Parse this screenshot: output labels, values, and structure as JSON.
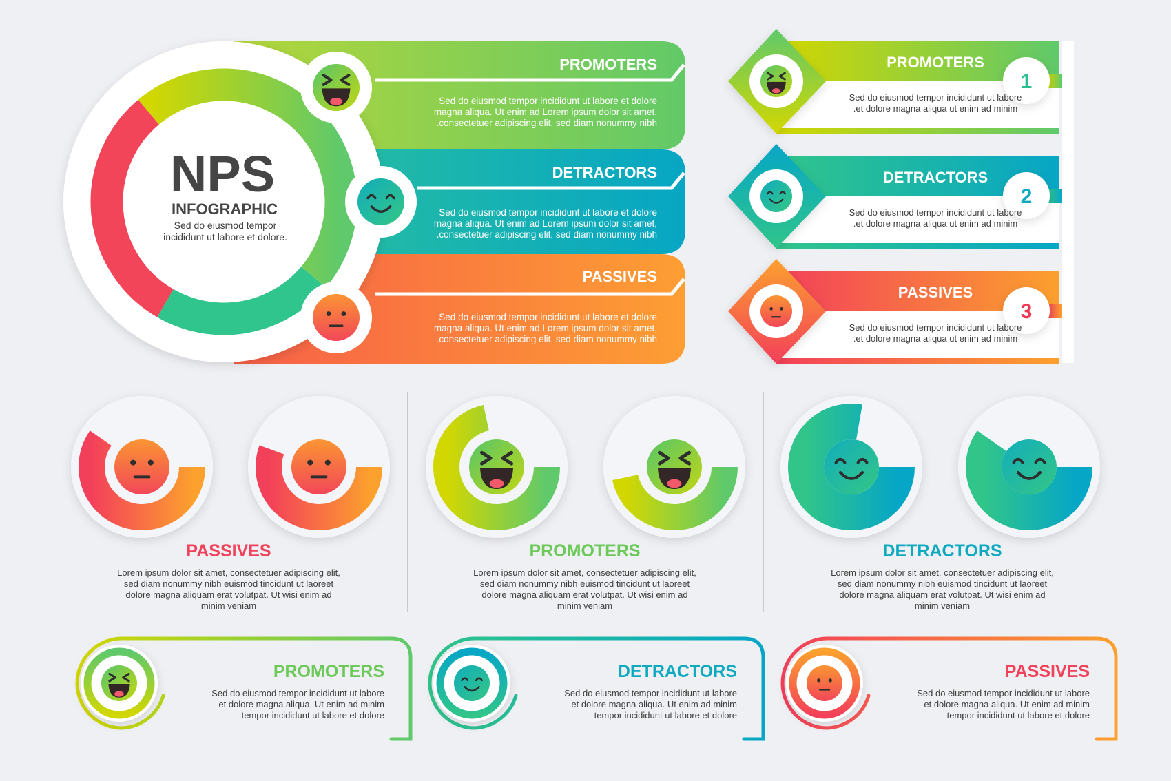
{
  "hero": {
    "title": "NPS",
    "subtitle": "INFOGRAPHIC",
    "description": [
      "Sed do eiusmod tempor",
      "incididunt ut labore et dolore."
    ]
  },
  "banners": [
    {
      "label": "PROMOTERS",
      "lines": [
        "Sed do eiusmod tempor incididunt ut labore et dolore",
        "magna aliqua. Ut enim ad Lorem ipsum dolor sit amet,",
        ".consectetuer adipiscing elit, sed diam nonummy nibh"
      ]
    },
    {
      "label": "DETRACTORS",
      "lines": [
        "Sed do eiusmod tempor incididunt ut labore et dolore",
        "magna aliqua. Ut enim ad Lorem ipsum dolor sit amet,",
        ".consectetuer adipiscing elit, sed diam nonummy nibh"
      ]
    },
    {
      "label": "PASSIVES",
      "lines": [
        "Sed do eiusmod tempor incididunt ut labore et dolore",
        "magna aliqua. Ut enim ad Lorem ipsum dolor sit amet,",
        ".consectetuer adipiscing elit, sed diam nonummy nibh"
      ]
    }
  ],
  "numbered": [
    {
      "label": "PROMOTERS",
      "number": "1",
      "lines": [
        "Sed do eiusmod tempor incididunt ut labore",
        ".et dolore magna aliqua ut enim ad minim"
      ]
    },
    {
      "label": "DETRACTORS",
      "number": "2",
      "lines": [
        "Sed do eiusmod tempor incididunt ut labore",
        ".et dolore magna aliqua ut enim ad minim"
      ]
    },
    {
      "label": "PASSIVES",
      "number": "3",
      "lines": [
        "Sed do eiusmod tempor incididunt ut labore",
        ".et dolore magna aliqua ut enim ad minim"
      ]
    }
  ],
  "gauges": [
    {
      "label": "PASSIVES",
      "lines": [
        "Lorem ipsum dolor sit amet, consectetuer adipiscing elit,",
        "sed diam nonummy nibh euismod tincidunt ut laoreet",
        "dolore magna aliquam erat volutpat. Ut wisi enim ad",
        "minim veniam"
      ]
    },
    {
      "label": "PROMOTERS",
      "lines": [
        "Lorem ipsum dolor sit amet, consectetuer adipiscing elit,",
        "sed diam nonummy nibh euismod tincidunt ut laoreet",
        "dolore magna aliquam erat volutpat. Ut wisi enim ad",
        "minim veniam"
      ]
    },
    {
      "label": "DETRACTORS",
      "lines": [
        "Lorem ipsum dolor sit amet, consectetuer adipiscing elit,",
        "sed diam nonummy nibh euismod tincidunt ut laoreet",
        "dolore magna aliquam erat volutpat. Ut wisi enim ad",
        "minim veniam"
      ]
    }
  ],
  "cards": [
    {
      "label": "PROMOTERS",
      "lines": [
        "Sed do eiusmod tempor incididunt ut labore",
        "et dolore magna aliqua. Ut enim ad minim",
        "tempor incididunt ut labore et dolore"
      ]
    },
    {
      "label": "DETRACTORS",
      "lines": [
        "Sed do eiusmod tempor incididunt ut labore",
        "et dolore magna aliqua. Ut enim ad minim",
        "tempor incididunt ut labore et dolore"
      ]
    },
    {
      "label": "PASSIVES",
      "lines": [
        "Sed do eiusmod tempor incididunt ut labore",
        "et dolore magna aliqua. Ut enim ad minim",
        "tempor incididunt ut labore et dolore"
      ]
    }
  ],
  "colors": {
    "promoters": "#6cc95a",
    "detractors": "#0fa9c0",
    "passives": "#f0425a",
    "text": "#3f3f3f",
    "background": "#eff0f4"
  }
}
